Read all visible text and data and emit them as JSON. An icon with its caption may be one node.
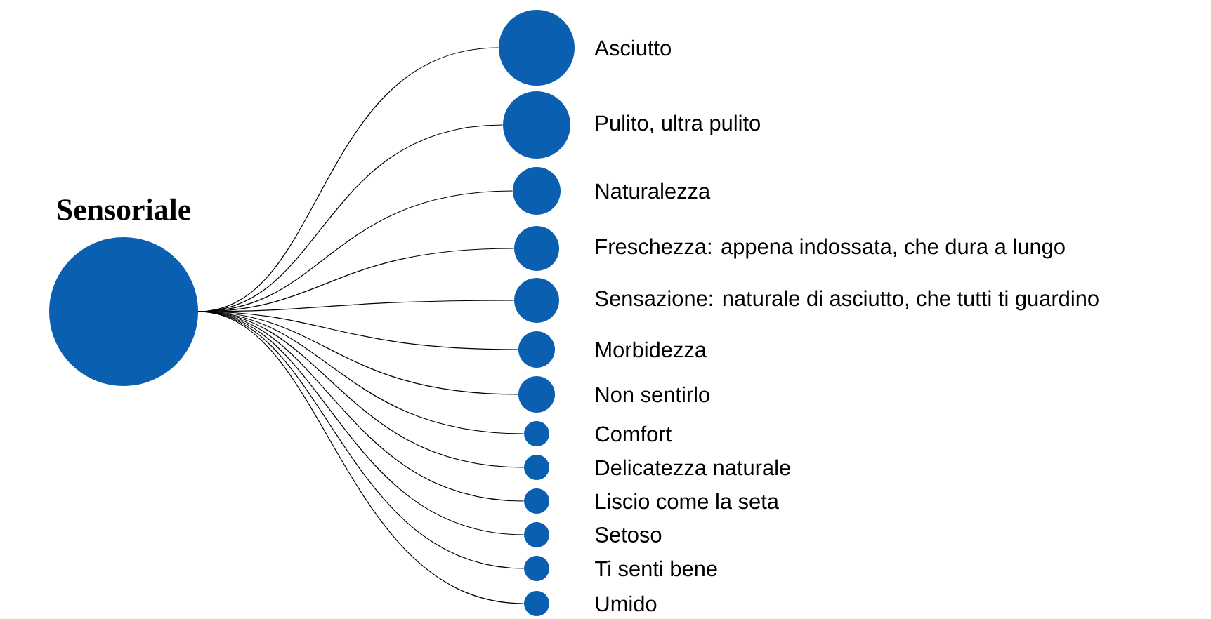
{
  "diagram": {
    "nodes": [
      {
        "text": [
          "Sensoriale"
        ]
      },
      {
        "text": [],
        "shape": "circle",
        "beside": [
          "Asciutto"
        ]
      },
      {
        "text": [],
        "shape": "circle",
        "beside": [
          "Pulito, ultra pulito"
        ]
      },
      {
        "text": [],
        "shape": "circle",
        "beside": [
          "Naturalezza"
        ]
      },
      {
        "text": [],
        "shape": "circle",
        "beside": [
          "Freschezza: appena indossata, che dura a lungo"
        ]
      },
      {
        "text": [],
        "shape": "circle",
        "beside": [
          "Sensazione: naturale di asciutto, che tutti ti guardino"
        ]
      },
      {
        "text": [],
        "shape": "circle",
        "beside": [
          "Morbidezza"
        ]
      },
      {
        "text": [],
        "shape": "circle",
        "beside": [
          "Non sentirlo"
        ]
      },
      {
        "text": [],
        "shape": "circle",
        "beside": [
          "Comfort"
        ]
      },
      {
        "text": [],
        "shape": "circle",
        "beside": [
          "Delicatezza naturale"
        ]
      },
      {
        "text": [],
        "shape": "circle",
        "beside": [
          "Liscio come la seta"
        ]
      },
      {
        "text": [],
        "shape": "circle",
        "beside": [
          "Setoso"
        ]
      },
      {
        "text": [],
        "shape": "circle",
        "beside": [
          "Ti senti bene"
        ]
      },
      {
        "text": [],
        "shape": "circle",
        "beside": [
          "Umido"
        ]
      }
    ],
    "edges": [
      {
        "from": 0,
        "to": 1,
        "arrow": "none"
      },
      {
        "from": 0,
        "to": 2,
        "arrow": "none"
      },
      {
        "from": 0,
        "to": 3,
        "arrow": "none"
      },
      {
        "from": 0,
        "to": 4,
        "arrow": "none"
      },
      {
        "from": 0,
        "to": 5,
        "arrow": "none"
      },
      {
        "from": 0,
        "to": 6,
        "arrow": "none"
      },
      {
        "from": 0,
        "to": 7,
        "arrow": "none"
      },
      {
        "from": 0,
        "to": 8,
        "arrow": "none"
      },
      {
        "from": 0,
        "to": 9,
        "arrow": "none"
      },
      {
        "from": 0,
        "to": 10,
        "arrow": "none"
      },
      {
        "from": 0,
        "to": 11,
        "arrow": "none"
      },
      {
        "from": 0,
        "to": 12,
        "arrow": "none"
      },
      {
        "from": 0,
        "to": 13,
        "arrow": "none"
      }
    ]
  }
}
